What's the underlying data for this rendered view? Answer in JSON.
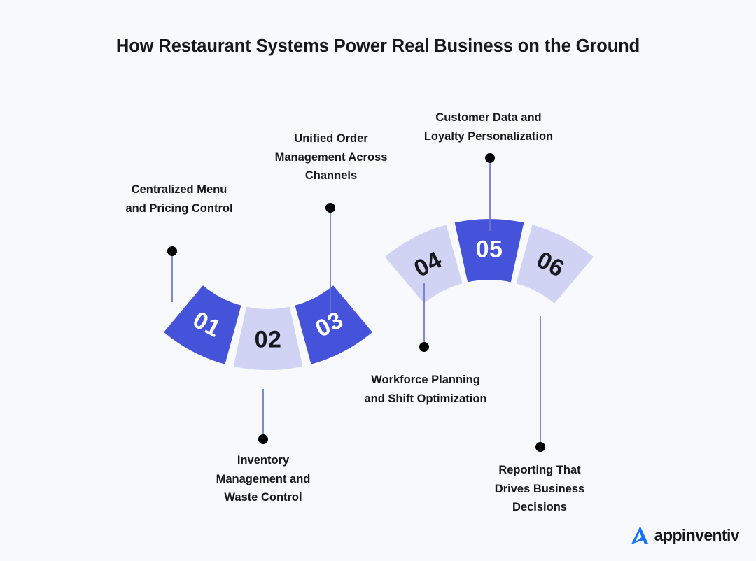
{
  "page": {
    "title": "How Restaurant Systems Power Real Business on the Ground",
    "background_color": "#f7f9fd",
    "accent_blue": "#4553db",
    "accent_lavender": "#d0d3f3",
    "text_color": "#16181d",
    "connector_color": "#6b74d8",
    "dot_color": "#000000"
  },
  "diagram": {
    "type": "s-curve-process-ribbon",
    "segment_count": 6,
    "segments": [
      {
        "number": "01",
        "label": "Centralized Menu and Pricing Control",
        "label_lines": [
          "Centralized Menu",
          "and Pricing Control"
        ],
        "fill": "#4553db",
        "text_color": "#ffffff",
        "callout_side": "top"
      },
      {
        "number": "02",
        "label": "Inventory Management and Waste Control",
        "label_lines": [
          "Inventory",
          "Management and",
          "Waste Control"
        ],
        "fill": "#d0d3f3",
        "text_color": "#16181d",
        "callout_side": "bottom"
      },
      {
        "number": "03",
        "label": "Unified Order Management Across Channels",
        "label_lines": [
          "Unified Order",
          "Management Across",
          "Channels"
        ],
        "fill": "#4553db",
        "text_color": "#ffffff",
        "callout_side": "top"
      },
      {
        "number": "04",
        "label": "Workforce Planning and Shift Optimization",
        "label_lines": [
          "Workforce Planning",
          "and Shift Optimization"
        ],
        "fill": "#d0d3f3",
        "text_color": "#16181d",
        "callout_side": "bottom"
      },
      {
        "number": "05",
        "label": "Customer Data and Loyalty Personalization",
        "label_lines": [
          "Customer Data and",
          "Loyalty Personalization"
        ],
        "fill": "#4553db",
        "text_color": "#ffffff",
        "callout_side": "top"
      },
      {
        "number": "06",
        "label": "Reporting That Drives Business Decisions",
        "label_lines": [
          "Reporting That",
          "Drives Business",
          "Decisions"
        ],
        "fill": "#d0d3f3",
        "text_color": "#16181d",
        "callout_side": "bottom"
      }
    ]
  },
  "branding": {
    "logo_name": "appinventiv",
    "logo_mark": "appinventiv-a-mark",
    "logo_color": "#1474f5"
  }
}
